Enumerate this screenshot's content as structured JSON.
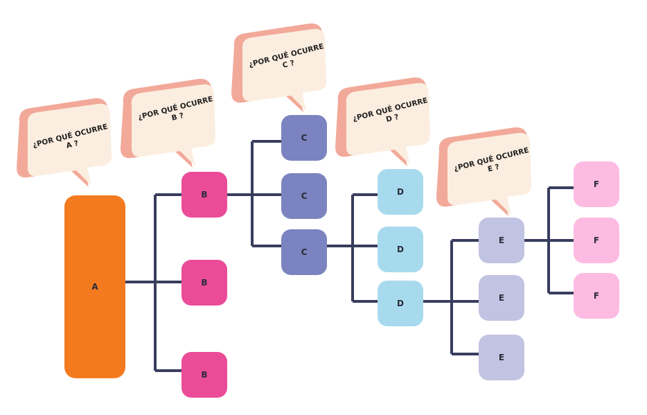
{
  "diagram": {
    "type": "why-why-analysis-tree",
    "colors": {
      "connector": "#383d5e",
      "A": "#f47a20",
      "B": "#ea4c98",
      "C": "#7b84c0",
      "D": "#a8daee",
      "E": "#c1c3e2",
      "F": "#fdbbe2",
      "bubble_face": "#fbeee0",
      "bubble_side": "#f2a999"
    },
    "bubbles": [
      {
        "line1": "¿POR QUÉ OCURRE",
        "line2": "A ?"
      },
      {
        "line1": "¿POR QUÉ OCURRE",
        "line2": "B ?"
      },
      {
        "line1": "¿POR QUÉ OCURRE",
        "line2": "C ?"
      },
      {
        "line1": "¿POR QUÉ OCURRE",
        "line2": "D ?"
      },
      {
        "line1": "¿POR QUÉ OCURRE",
        "line2": "E ?"
      }
    ],
    "nodes": {
      "A": [
        "A"
      ],
      "B": [
        "B",
        "B",
        "B"
      ],
      "C": [
        "C",
        "C",
        "C"
      ],
      "D": [
        "D",
        "D",
        "D"
      ],
      "E": [
        "E",
        "E",
        "E"
      ],
      "F": [
        "F",
        "F",
        "F"
      ]
    }
  }
}
